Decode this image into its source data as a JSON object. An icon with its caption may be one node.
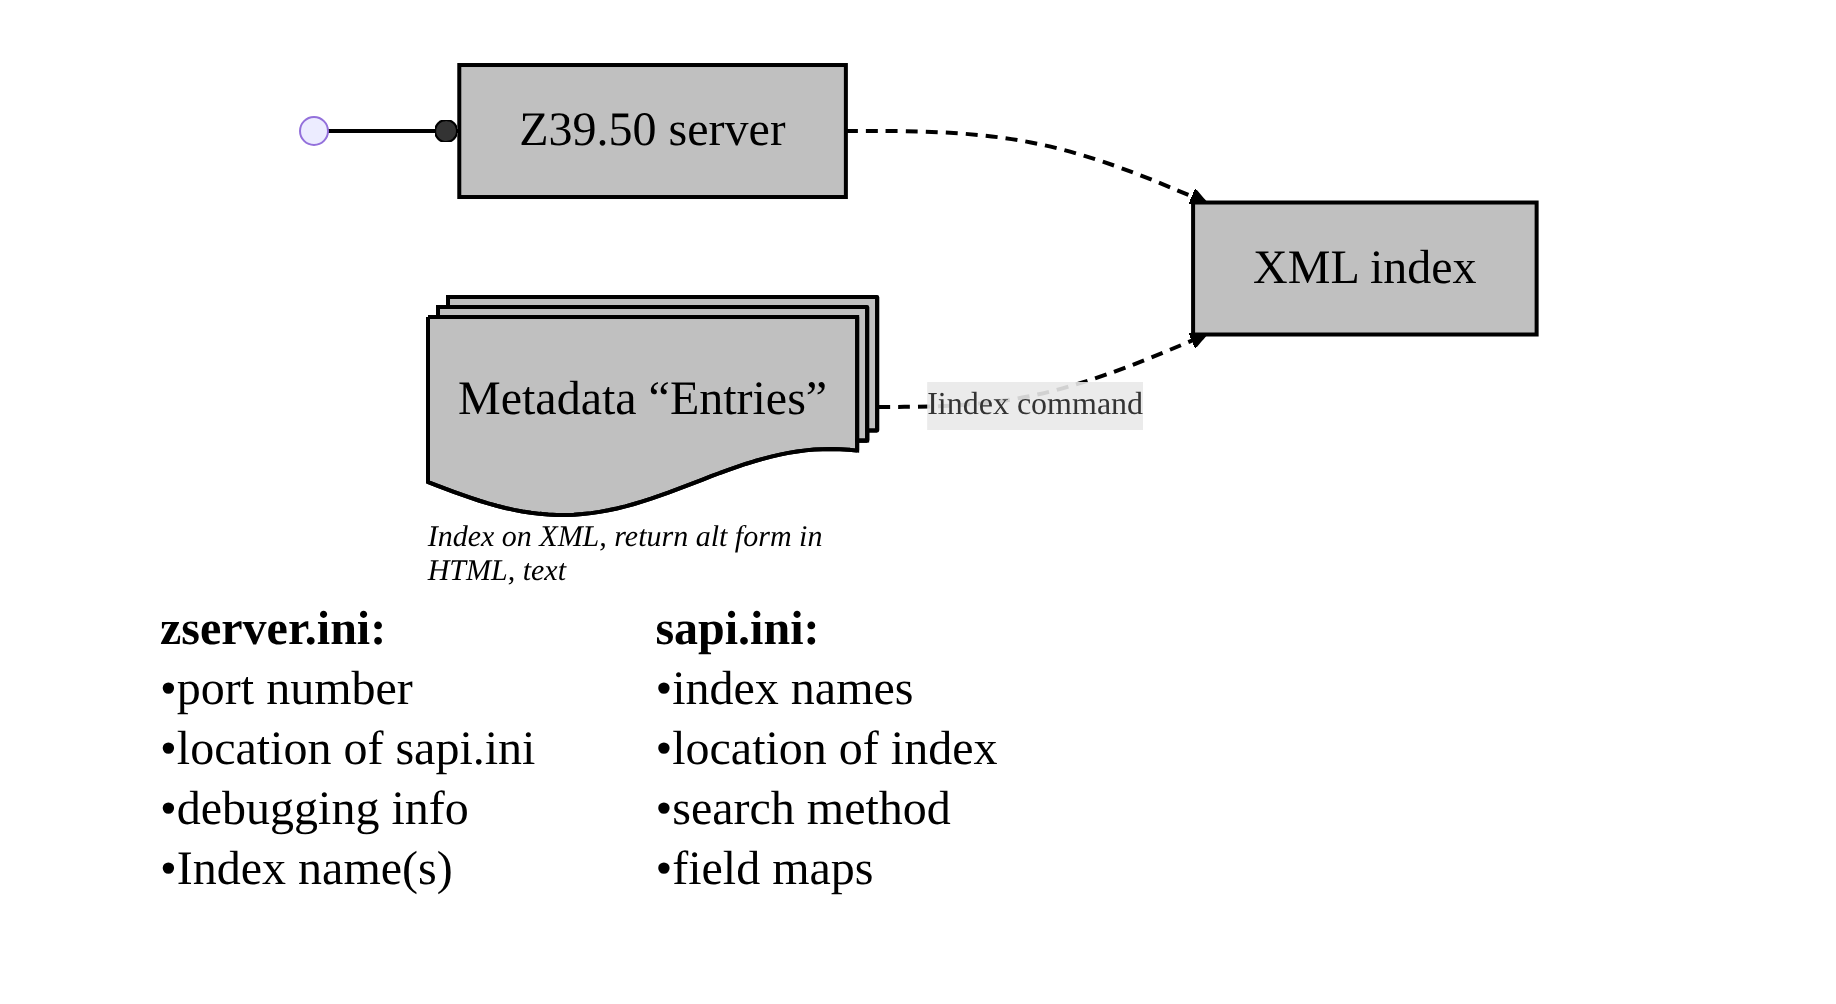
{
  "diagram": {
    "nodes": [
      {
        "text": [],
        "shape": "circle"
      },
      {
        "text": [
          "Z39.50 server"
        ]
      },
      {
        "text": [
          "XML index"
        ]
      },
      {
        "text": [
          "Metadata “Entries”"
        ],
        "beside": [
          "Index on XML, return alt form in HTML, text"
        ]
      }
    ],
    "edges": [
      {
        "from": 0,
        "to": 1,
        "arrow": "other"
      },
      {
        "from": 1,
        "to": 2,
        "arrow": "to",
        "style": "dashed"
      },
      {
        "from": 3,
        "to": 2,
        "arrow": "to",
        "style": "dashed",
        "label": "Iindex command"
      }
    ],
    "labels": [
      "zserver.ini:",
      "•port number",
      "•location of sapi.ini",
      "•debugging info",
      "•Index name(s)",
      "sapi.ini:",
      "•index names",
      "•location of index",
      "•search method",
      "•field maps"
    ]
  }
}
